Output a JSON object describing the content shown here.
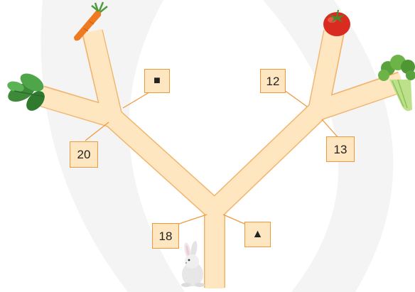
{
  "colors": {
    "path_fill": "#fde6c0",
    "path_stroke": "#f3b46c",
    "box_fill": "#fde6c0",
    "box_border": "#ee9a3c",
    "leader_line": "#ee9a3c",
    "background_shape": "#f3f3f3"
  },
  "labels": {
    "top_left": "■",
    "left": "20",
    "top_right": "12",
    "right": "13",
    "bottom_left": "18",
    "bottom_right": "▲"
  },
  "icons": {
    "start": "rabbit-icon",
    "ends": [
      "mint-leaves-icon",
      "carrot-icon",
      "tomato-icon",
      "celery-icon"
    ]
  }
}
